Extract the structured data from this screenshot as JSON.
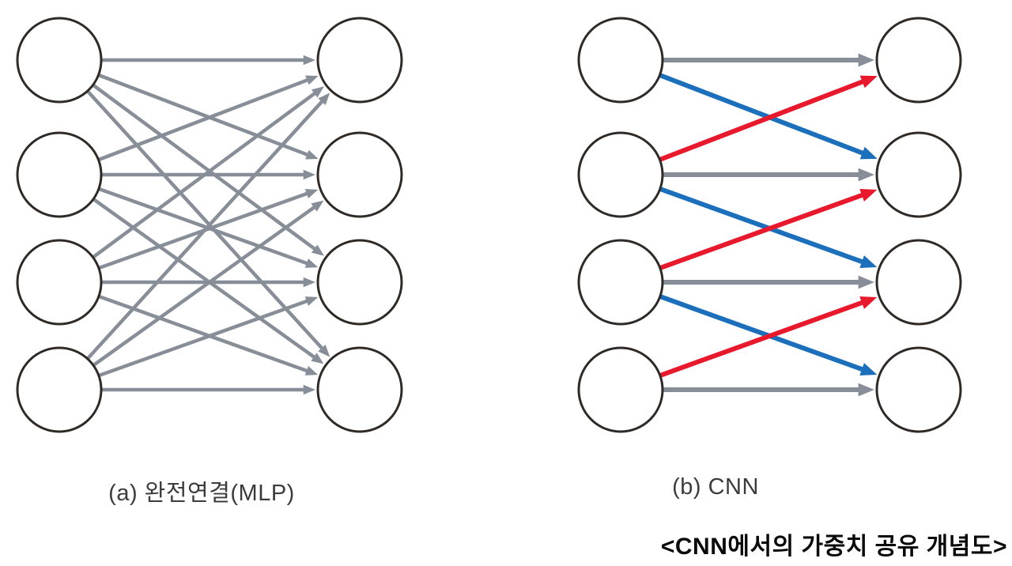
{
  "figure": {
    "title": "<CNN에서의 가중치 공유 개념도>",
    "colors": {
      "gray": "#878e97",
      "blue": "#1c6fbb",
      "red": "#e8192c",
      "node_stroke": "#2f2a26",
      "node_fill": "#ffffff"
    },
    "panels": [
      {
        "id": "mlp",
        "caption": "(a) 완전연결(MLP)",
        "left_nodes": 4,
        "right_nodes": 4,
        "edges": [
          {
            "from": 0,
            "to": 0,
            "color": "gray"
          },
          {
            "from": 0,
            "to": 1,
            "color": "gray"
          },
          {
            "from": 0,
            "to": 2,
            "color": "gray"
          },
          {
            "from": 0,
            "to": 3,
            "color": "gray"
          },
          {
            "from": 1,
            "to": 0,
            "color": "gray"
          },
          {
            "from": 1,
            "to": 1,
            "color": "gray"
          },
          {
            "from": 1,
            "to": 2,
            "color": "gray"
          },
          {
            "from": 1,
            "to": 3,
            "color": "gray"
          },
          {
            "from": 2,
            "to": 0,
            "color": "gray"
          },
          {
            "from": 2,
            "to": 1,
            "color": "gray"
          },
          {
            "from": 2,
            "to": 2,
            "color": "gray"
          },
          {
            "from": 2,
            "to": 3,
            "color": "gray"
          },
          {
            "from": 3,
            "to": 0,
            "color": "gray"
          },
          {
            "from": 3,
            "to": 1,
            "color": "gray"
          },
          {
            "from": 3,
            "to": 2,
            "color": "gray"
          },
          {
            "from": 3,
            "to": 3,
            "color": "gray"
          }
        ]
      },
      {
        "id": "cnn",
        "caption": "(b) CNN",
        "left_nodes": 4,
        "right_nodes": 4,
        "edges": [
          {
            "from": 0,
            "to": 0,
            "color": "gray"
          },
          {
            "from": 1,
            "to": 1,
            "color": "gray"
          },
          {
            "from": 2,
            "to": 2,
            "color": "gray"
          },
          {
            "from": 3,
            "to": 3,
            "color": "gray"
          },
          {
            "from": 0,
            "to": 1,
            "color": "blue"
          },
          {
            "from": 1,
            "to": 2,
            "color": "blue"
          },
          {
            "from": 2,
            "to": 3,
            "color": "blue"
          },
          {
            "from": 1,
            "to": 0,
            "color": "red"
          },
          {
            "from": 2,
            "to": 1,
            "color": "red"
          },
          {
            "from": 3,
            "to": 2,
            "color": "red"
          }
        ]
      }
    ]
  }
}
